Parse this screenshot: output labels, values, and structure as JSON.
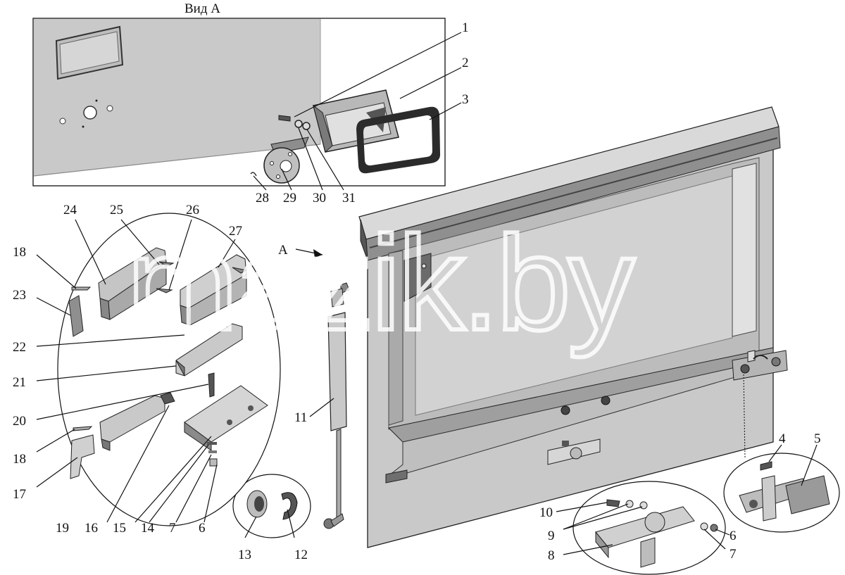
{
  "view_label": "Вид А",
  "arrow_label": "А",
  "watermark": "mazik.by",
  "colors": {
    "outline": "#1a1a1a",
    "panel": "#c7c7c7",
    "panel_light": "#dcdcdc",
    "panel_dark": "#9a9a9a"
  },
  "callouts": {
    "c1": "1",
    "c2": "2",
    "c3": "3",
    "c4": "4",
    "c5": "5",
    "c6a": "6",
    "c6b": "6",
    "c7a": "7",
    "c7b": "7",
    "c8": "8",
    "c9": "9",
    "c10": "10",
    "c11": "11",
    "c12": "12",
    "c13": "13",
    "c14": "14",
    "c15": "15",
    "c16": "16",
    "c17": "17",
    "c18a": "18",
    "c18b": "18",
    "c19": "19",
    "c20": "20",
    "c21": "21",
    "c22": "22",
    "c23": "23",
    "c24": "24",
    "c25": "25",
    "c26": "26",
    "c27": "27",
    "c28": "28",
    "c29": "29",
    "c30": "30",
    "c31": "31"
  }
}
